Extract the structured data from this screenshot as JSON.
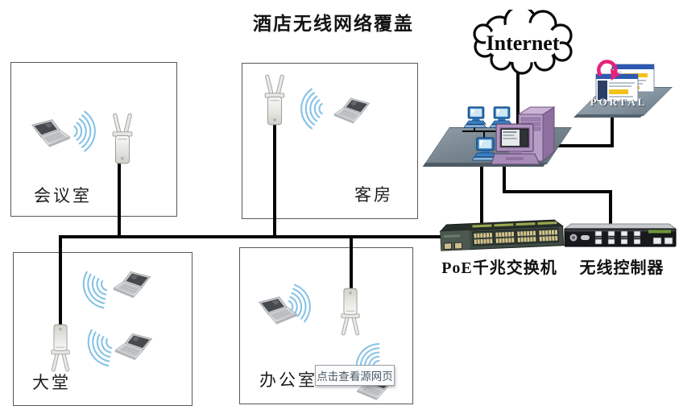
{
  "title": "酒店无线网络覆盖",
  "internet": {
    "label": "Internet"
  },
  "portal": {
    "label": "PORTAL"
  },
  "rooms": {
    "conference": {
      "label": "会议室"
    },
    "guest": {
      "label": "客房"
    },
    "lobby": {
      "label": "大堂"
    },
    "office": {
      "label": "办公室"
    }
  },
  "devices": {
    "switch": {
      "label": "PoE千兆交换机"
    },
    "controller": {
      "label": "无线控制器"
    }
  },
  "overlay": {
    "tooltip": "点击查看源网页"
  },
  "colors": {
    "wifi_arc": "#85c2e6",
    "cable": "#050505",
    "platform": "#76858f",
    "portal_arrow": "#e8217c",
    "switch_body": "#3f4b45",
    "controller_body": "#17191c",
    "server": "#b79ec6",
    "workstation": "#2e73b8"
  }
}
